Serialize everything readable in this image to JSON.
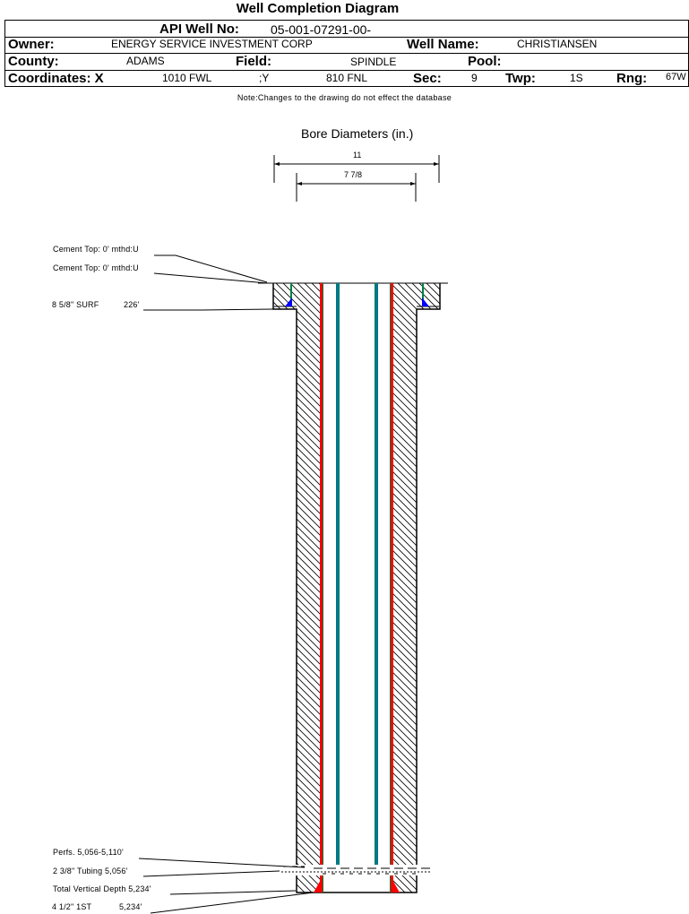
{
  "header": {
    "title": "Well Completion Diagram",
    "api_label": "API Well No:",
    "api_value": "05-001-07291-00-",
    "owner_label": "Owner:",
    "owner_value": "ENERGY SERVICE INVESTMENT CORP",
    "well_name_label": "Well Name:",
    "well_name_value": "CHRISTIANSEN",
    "county_label": "County:",
    "county_value": "ADAMS",
    "field_label": "Field:",
    "field_value": "SPINDLE",
    "pool_label": "Pool:",
    "pool_value": "",
    "coords_label": "Coordinates: X",
    "x_value": "1010 FWL",
    "y_label": ";Y",
    "y_value": "810 FNL",
    "sec_label": "Sec:",
    "sec_value": "9",
    "twp_label": "Twp:",
    "twp_value": "1S",
    "rng_label": "Rng:",
    "rng_value": "67W"
  },
  "note": "Note:Changes to the drawing do not effect the database",
  "diagram": {
    "bore_title": "Bore Diameters (in.)",
    "bore_diameters": [
      "11",
      "7 7/8"
    ],
    "labels": {
      "cement_top_1": "Cement Top: 0' mthd:U",
      "cement_top_2": "Cement Top: 0' mthd:U",
      "surface_casing": "8 5/8\" SURF",
      "surface_casing_depth": "226'",
      "perfs": "Perfs. 5,056-5,110'",
      "tubing": "2 3/8\" Tubing 5,056'",
      "tvd": "Total Vertical Depth 5,234'",
      "production_casing": "4 1/2\" 1ST",
      "production_casing_depth": "5,234'"
    },
    "colors": {
      "casing": "#ff0000",
      "tubing_green": "#008040",
      "tubing_blue": "#0070c0",
      "cement_blue": "#0000ff",
      "cement_red": "#ff0000"
    }
  }
}
